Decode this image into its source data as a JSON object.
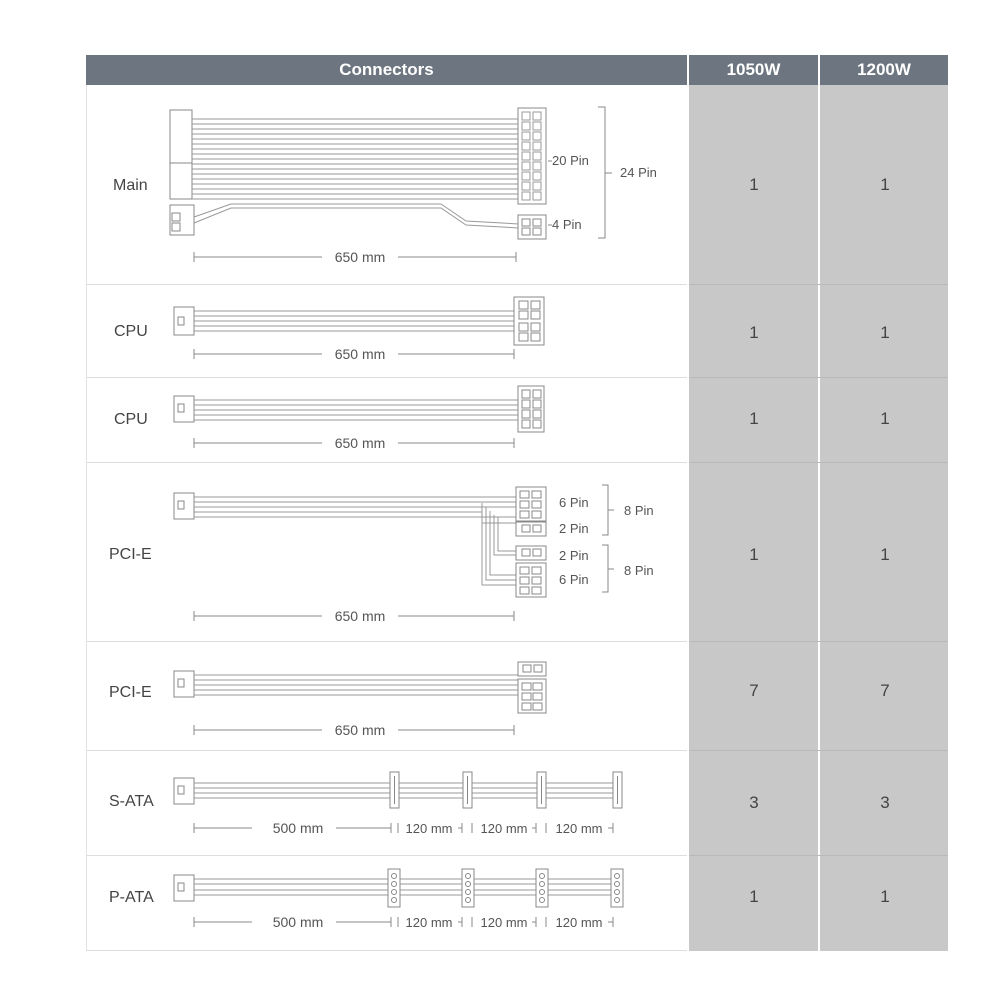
{
  "table": {
    "header": {
      "connectors": "Connectors",
      "col1": "1050W",
      "col2": "1200W"
    },
    "rows": [
      {
        "label": "Main",
        "c1": "1",
        "c2": "1",
        "length": "650 mm",
        "pins_a": "20 Pin",
        "pins_b": "4 Pin",
        "pins_total": "24 Pin"
      },
      {
        "label": "CPU",
        "c1": "1",
        "c2": "1",
        "length": "650 mm"
      },
      {
        "label": "CPU",
        "c1": "1",
        "c2": "1",
        "length": "650 mm"
      },
      {
        "label": "PCI-E",
        "c1": "1",
        "c2": "1",
        "length": "650 mm",
        "pin6a": "6 Pin",
        "pin2a": "2 Pin",
        "pin8a": "8 Pin",
        "pin2b": "2 Pin",
        "pin6b": "6 Pin",
        "pin8b": "8 Pin"
      },
      {
        "label": "PCI-E",
        "c1": "7",
        "c2": "7",
        "length": "650 mm"
      },
      {
        "label": "S-ATA",
        "c1": "3",
        "c2": "3",
        "length": "500 mm",
        "seg1": "120 mm",
        "seg2": "120 mm",
        "seg3": "120 mm"
      },
      {
        "label": "P-ATA",
        "c1": "1",
        "c2": "1",
        "length": "500 mm",
        "seg1": "120 mm",
        "seg2": "120 mm",
        "seg3": "120 mm"
      }
    ]
  },
  "colors": {
    "header_bg": "#6d7680",
    "count_bg": "#c8c8c8",
    "line": "#dddddd"
  }
}
